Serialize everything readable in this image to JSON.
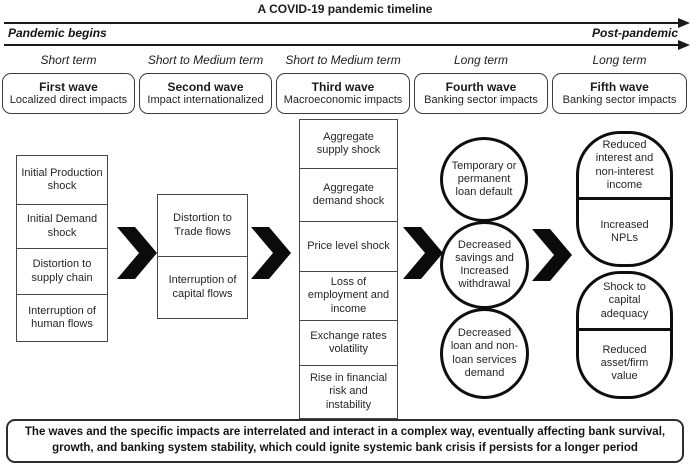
{
  "title": "A COVID-19 pandemic timeline",
  "timeline": {
    "start_label": "Pandemic begins",
    "end_label": "Post-pandemic"
  },
  "waves": [
    {
      "term": "Short term",
      "title": "First wave",
      "subtitle": "Localized direct impacts"
    },
    {
      "term": "Short to Medium term",
      "title": "Second wave",
      "subtitle": "Impact internationalized"
    },
    {
      "term": "Short to Medium term",
      "title": "Third wave",
      "subtitle": "Macroeconomic impacts"
    },
    {
      "term": "Long term",
      "title": "Fourth wave",
      "subtitle": "Banking sector impacts"
    },
    {
      "term": "Long term",
      "title": "Fifth wave",
      "subtitle": "Banking sector impacts"
    }
  ],
  "wave1_items": [
    "Initial Production shock",
    "Initial Demand shock",
    "Distortion to supply chain",
    "Interruption of human flows"
  ],
  "wave2_items": [
    "Distortion to Trade flows",
    "Interruption of capital flows"
  ],
  "wave3_items": [
    "Aggregate supply shock",
    "Aggregate demand shock",
    "Price level shock",
    "Loss of employment and income",
    "Exchange rates volatility",
    "Rise in financial risk and instability"
  ],
  "wave4_items": [
    "Temporary or permanent loan default",
    "Decreased savings and Increased withdrawal",
    "Decreased loan and non-loan services demand"
  ],
  "wave5_items": [
    "Reduced interest and non-interest income",
    "Increased NPLs",
    "Shock to capital adequacy",
    "Reduced asset/firm value"
  ],
  "footer": "The waves and the specific impacts are interrelated and interact in a complex way, eventually affecting bank survival, growth, and banking system stability, which could ignite systemic bank crisis if persists for a longer period",
  "colors": {
    "ink": "#1a1a1a",
    "border": "#3c3c3c",
    "background": "#ffffff"
  }
}
